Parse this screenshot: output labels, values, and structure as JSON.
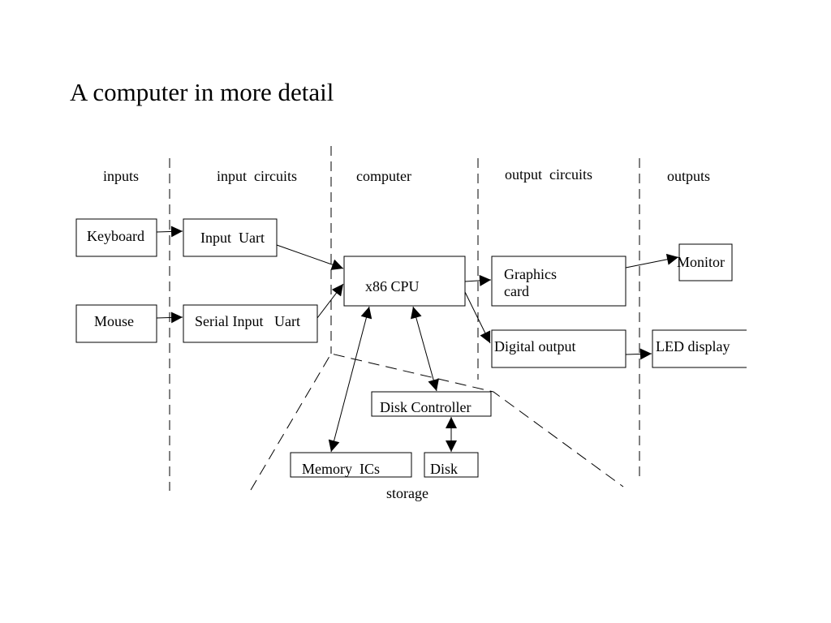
{
  "title": "A computer in more detail",
  "columns": {
    "inputs": "inputs",
    "input_circuits": "input  circuits",
    "computer": "computer",
    "output_circuits": "output  circuits",
    "outputs": "outputs"
  },
  "boxes": {
    "keyboard": "Keyboard",
    "mouse": "Mouse",
    "input_uart": "Input  Uart",
    "serial_input_uart": "Serial Input   Uart",
    "cpu": "x86 CPU",
    "graphics_card_line1": "Graphics",
    "graphics_card_line2": "card",
    "digital_output": "Digital output",
    "monitor": "Monitor",
    "led_display": "LED display",
    "disk_controller": "Disk Controller",
    "memory_ics": "Memory  ICs",
    "disk": "Disk"
  },
  "storage_label": "storage"
}
